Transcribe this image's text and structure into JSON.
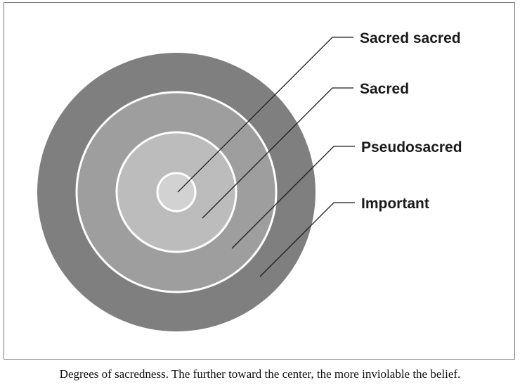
{
  "figure": {
    "rings": [
      {
        "label": "Sacred sacred",
        "color": "#d2d2d2"
      },
      {
        "label": "Sacred",
        "color": "#bcbcbc"
      },
      {
        "label": "Pseudosacred",
        "color": "#9e9e9e"
      },
      {
        "label": "Important",
        "color": "#7f7f80"
      }
    ],
    "ring_divider_color": "#ffffff",
    "leader_line_color": "#1a1a1a",
    "caption": "Degrees of sacredness. The further toward the center, the more inviolable the belief."
  }
}
